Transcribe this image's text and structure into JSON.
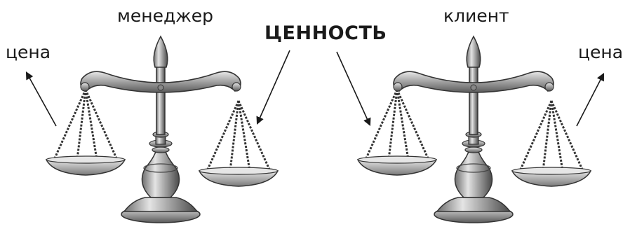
{
  "labels": {
    "manager": "менеджер",
    "client": "клиент",
    "value": "ЦЕННОСТЬ",
    "price_left": "цена",
    "price_right": "цена"
  },
  "colors": {
    "ink": "#1a1a1a",
    "metal": "#9a9a9a",
    "metal_light": "#d8d8d8",
    "metal_dark": "#555555"
  },
  "icons": {
    "left_scale": "balance-scale-icon",
    "right_scale": "balance-scale-icon"
  }
}
